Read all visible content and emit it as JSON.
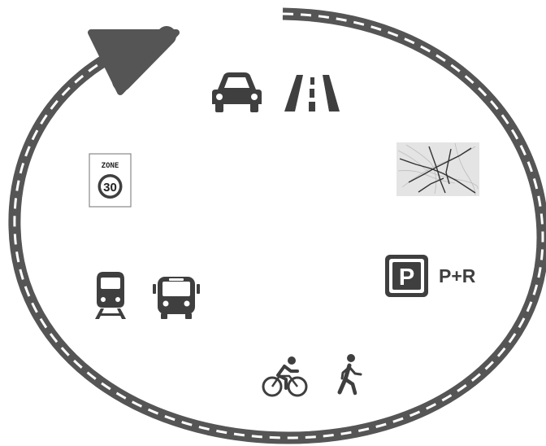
{
  "colors": {
    "road": "#555555",
    "dash": "#ffffff",
    "icon": "#3f3f3f",
    "map_bg": "#e4e4e4"
  },
  "loop": {
    "direction": "clockwise",
    "style": "dashed-road",
    "arrowhead": "arrow-up-right-icon"
  },
  "icons": [
    "car-icon",
    "highway-road-icon",
    "map-thumbnail-icon",
    "zone-30-sign-icon",
    "parking-icon",
    "train-icon",
    "bus-icon",
    "bicycle-icon",
    "pedestrian-icon"
  ],
  "labels": {
    "zone_sign_top": "ZONE",
    "zone_sign_number": "30",
    "parking_letter": "P",
    "park_and_ride": "P+R"
  }
}
